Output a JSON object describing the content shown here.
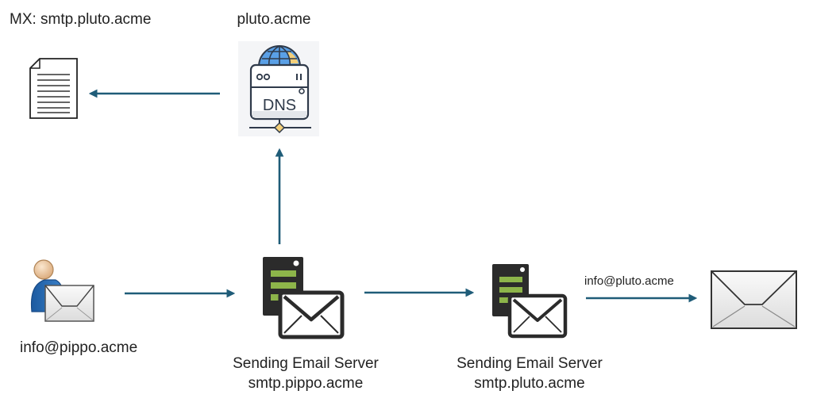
{
  "diagram": {
    "theme": {
      "arrow_color": "#1f5c78",
      "server_dark": "#2b2b2b",
      "server_accent": "#8db54a",
      "globe_blue": "#4a90d9",
      "dns_outline": "#2f3a4a"
    },
    "nodes": {
      "mx_record": {
        "label": "MX: smtp.pluto.acme",
        "icon": "document-icon"
      },
      "dns_server": {
        "label": "pluto.acme",
        "icon": "dns-server-icon",
        "icon_text": "DNS"
      },
      "sender_user": {
        "label": "info@pippo.acme",
        "icon": "user-mail-icon"
      },
      "sending_server": {
        "title": "Sending Email Server",
        "host": "smtp.pippo.acme",
        "icon": "mail-server-icon"
      },
      "receiving_server": {
        "title": "Sending Email Server",
        "host": "smtp.pluto.acme",
        "icon": "mail-server-icon"
      },
      "recipient_mailbox": {
        "icon": "envelope-icon"
      }
    },
    "edges": [
      {
        "from": "sender_user",
        "to": "sending_server",
        "label": ""
      },
      {
        "from": "sending_server",
        "to": "dns_server",
        "label": ""
      },
      {
        "from": "dns_server",
        "to": "mx_record",
        "label": ""
      },
      {
        "from": "sending_server",
        "to": "receiving_server",
        "label": ""
      },
      {
        "from": "receiving_server",
        "to": "recipient_mailbox",
        "label": "info@pluto.acme"
      }
    ]
  }
}
